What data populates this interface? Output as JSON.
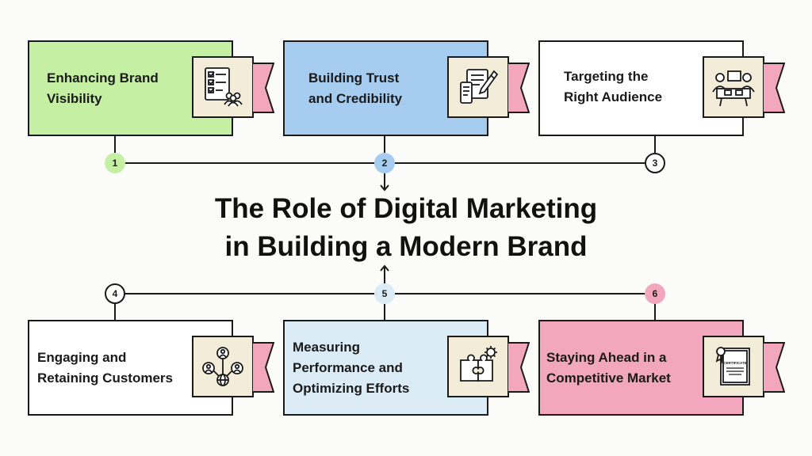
{
  "title": {
    "line1": "The Role of Digital Marketing",
    "line2": "in Building a Modern Brand"
  },
  "colors": {
    "green": "#c5f0a4",
    "blue": "#a6ccf0",
    "light_blue": "#dcecf7",
    "pink": "#f2a7bf",
    "white": "#ffffff",
    "icon_bg": "#f3ecd9",
    "ribbon": "#f2a7bf"
  },
  "steps": [
    {
      "number": "1",
      "line1": "Enhancing Brand",
      "line2": "Visibility",
      "line3": "",
      "icon": "checklist-team-icon"
    },
    {
      "number": "2",
      "line1": "Building Trust",
      "line2": "and Credibility",
      "line3": "",
      "icon": "document-pen-icon"
    },
    {
      "number": "3",
      "line1": "Targeting the",
      "line2": "Right Audience",
      "line3": "",
      "icon": "audience-meeting-icon"
    },
    {
      "number": "4",
      "line1": "Engaging and",
      "line2": "Retaining Customers",
      "line3": "",
      "icon": "customer-network-icon"
    },
    {
      "number": "5",
      "line1": "Measuring",
      "line2": "Performance and",
      "line3": "Optimizing Efforts",
      "icon": "puzzle-gear-icon"
    },
    {
      "number": "6",
      "line1": "Staying Ahead in a",
      "line2": "Competitive Market",
      "line3": "",
      "icon": "certificate-icon"
    }
  ],
  "certificate_text": "CERTIFICATE"
}
